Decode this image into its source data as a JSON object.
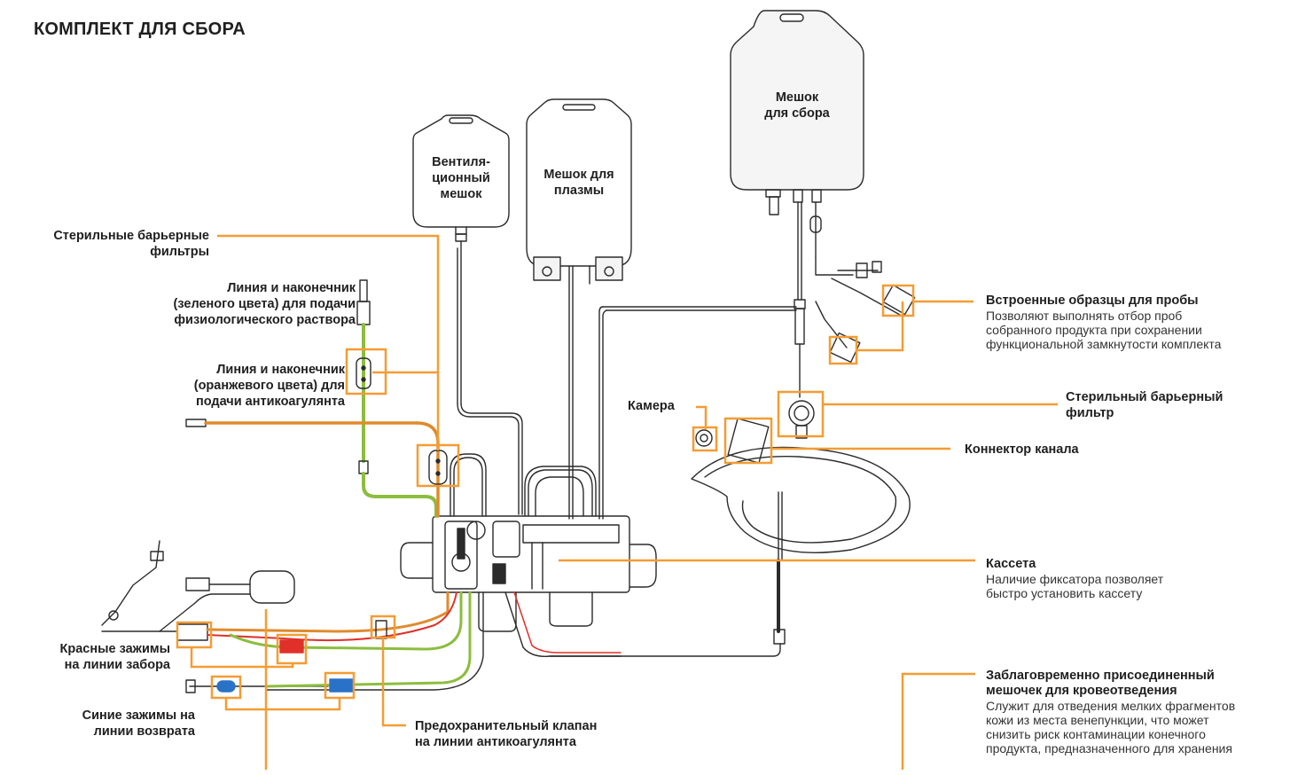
{
  "title": "КОМПЛЕКТ ДЛЯ СБОРА",
  "colors": {
    "accent": "#f39c34",
    "green": "#8cbd3f",
    "orange_line": "#e08a2c",
    "red_clamp": "#e0302a",
    "blue_clamp": "#2a72c8",
    "outline": "#2b2b2b"
  },
  "bags": {
    "vent": "Вентиля-\nционный\nмешок",
    "plasma": "Мешок для\nплазмы",
    "collect": "Мешок\nдля сбора"
  },
  "labels": {
    "filters": "Стерильные барьерные\nфильтры",
    "saline": "Линия и наконечник\n(зеленого цвета) для подачи\nфизиологического раствора",
    "anticoag": "Линия и наконечник\n(оранжевого цвета) для\nподачи антикоагулянта",
    "red_clamps": "Красные зажимы\nна линии забора",
    "blue_clamps": "Синие зажимы на\nлинии возврата",
    "valve": "Предохранительный клапан\nна линии антикоагулянта",
    "camera": "Камера",
    "connector": "Коннектор канала",
    "sterile_filter": "Стерильный барьерный\nфильтр"
  },
  "descriptions": {
    "samples": {
      "heading": "Встроенные образцы для пробы",
      "text": "Позволяют выполнять отбор проб\nсобранного продукта при сохранении\nфункциональной замкнутости комплекта"
    },
    "cassette": {
      "heading": "Кассета",
      "text": "Наличие фиксатора позволяет\nбыстро установить кассету"
    },
    "diversion": {
      "heading": "Заблаговременно присоединенный\nмешочек для кровеотведения",
      "text": "Служит для отведения мелких фрагментов\nкожи из места венепункции, что может\nснизить риск контаминации конечного\nпродукта, предназначенного для хранения"
    }
  }
}
